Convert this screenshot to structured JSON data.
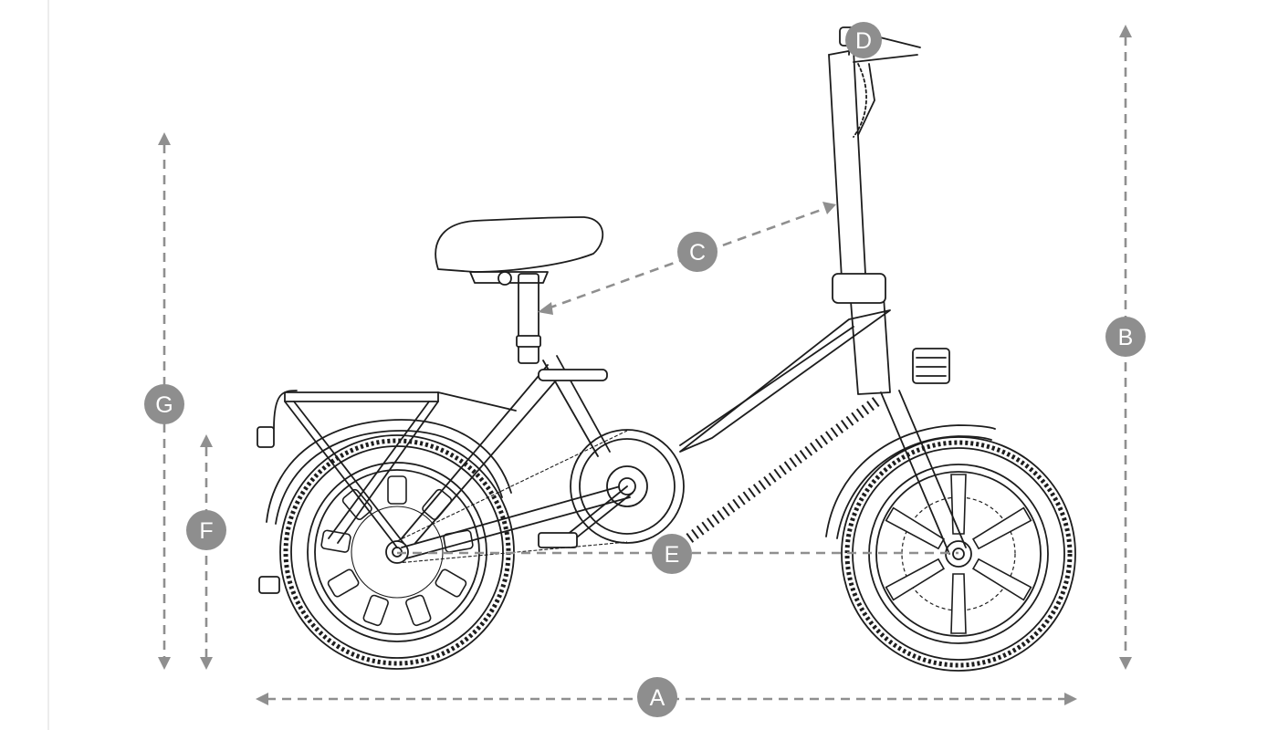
{
  "diagram": {
    "dimensions": [
      {
        "id": "A",
        "label": "A",
        "orientation": "horizontal"
      },
      {
        "id": "B",
        "label": "B",
        "orientation": "vertical"
      },
      {
        "id": "C",
        "label": "C",
        "orientation": "diagonal"
      },
      {
        "id": "D",
        "label": "D",
        "orientation": "point"
      },
      {
        "id": "E",
        "label": "E",
        "orientation": "horizontal"
      },
      {
        "id": "F",
        "label": "F",
        "orientation": "vertical"
      },
      {
        "id": "G",
        "label": "G",
        "orientation": "vertical"
      }
    ],
    "colors": {
      "dimension_line": "#8f8f8f",
      "badge": "#8e8e8e",
      "badge_text": "#ffffff",
      "line_art": "#1d1d1d",
      "background": "#ffffff"
    }
  }
}
